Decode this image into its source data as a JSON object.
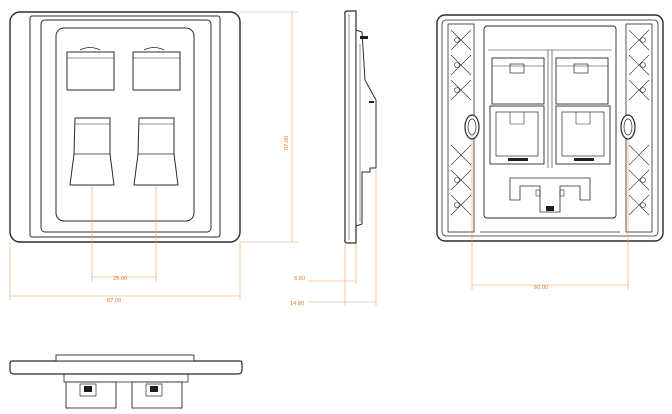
{
  "colors": {
    "line": "#2b2b2b",
    "thin_line": "#555555",
    "dimension": "#f0a060",
    "dimension_text": "#e07a2a",
    "fill_light": "#f4f4f4",
    "fill_dark": "#1e1e1e"
  },
  "dimensions": {
    "front_port_spacing": "25.00",
    "front_overall_width": "87.00",
    "front_overall_height": "87.00",
    "side_depth_front": "8.60",
    "side_depth_total": "14.80",
    "rear_mount_spacing": "60.00"
  }
}
